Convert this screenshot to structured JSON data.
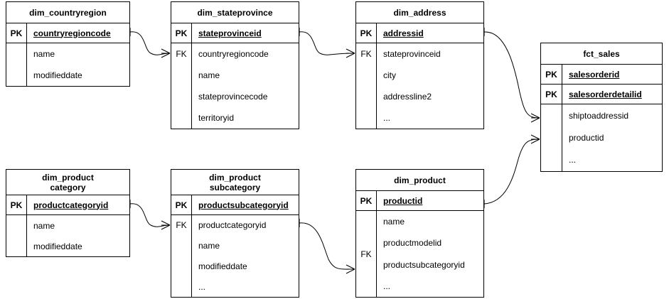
{
  "diagram": {
    "title": "Star schema entity relationship diagram",
    "notation": "crow's foot",
    "line_color": "#000000",
    "background_color": "#ffffff",
    "key_labels": {
      "primary": "PK",
      "foreign": "FK"
    }
  },
  "entities": [
    {
      "id": "dim_countryregion",
      "name": "dim_countryregion",
      "keys": [
        {
          "label": "PK",
          "column": "countryregioncode"
        }
      ],
      "fk_label": "",
      "attributes": [
        "name",
        "modifieddate"
      ]
    },
    {
      "id": "dim_stateprovince",
      "name": "dim_stateprovince",
      "keys": [
        {
          "label": "PK",
          "column": "stateprovinceid"
        }
      ],
      "fk_label": "FK",
      "attributes": [
        "countryregioncode",
        "name",
        "stateprovincecode",
        "territoryid"
      ]
    },
    {
      "id": "dim_address",
      "name": "dim_address",
      "keys": [
        {
          "label": "PK",
          "column": "addressid"
        }
      ],
      "fk_label": "FK",
      "attributes": [
        "stateprovinceid",
        "city",
        "addressline2",
        "..."
      ]
    },
    {
      "id": "fct_sales",
      "name": "fct_sales",
      "keys": [
        {
          "label": "PK",
          "column": "salesorderid"
        },
        {
          "label": "PK",
          "column": "salesorderdetailid"
        }
      ],
      "fk_label": "",
      "attributes": [
        "shiptoaddressid",
        "productid",
        "..."
      ]
    },
    {
      "id": "dim_productcategory",
      "name": "dim_product\ncategory",
      "keys": [
        {
          "label": "PK",
          "column": "productcategoryid"
        }
      ],
      "fk_label": "",
      "attributes": [
        "name",
        "modifieddate"
      ]
    },
    {
      "id": "dim_productsubcategory",
      "name": "dim_product\nsubcategory",
      "keys": [
        {
          "label": "PK",
          "column": "productsubcategoryid"
        }
      ],
      "fk_label": "FK",
      "attributes": [
        "productcategoryid",
        "name",
        "modifieddate",
        "..."
      ]
    },
    {
      "id": "dim_product",
      "name": "dim_product",
      "keys": [
        {
          "label": "PK",
          "column": "productid"
        }
      ],
      "fk_label": "FK",
      "attributes": [
        "name",
        "productmodelid",
        "productsubcategoryid",
        "..."
      ]
    }
  ],
  "relationships": [
    {
      "id": "rel-countryregion-stateprovince",
      "from": "dim_countryregion",
      "from_column": "countryregioncode",
      "to": "dim_stateprovince",
      "to_column": "countryregioncode",
      "cardinality": "one-to-many"
    },
    {
      "id": "rel-stateprovince-address",
      "from": "dim_stateprovince",
      "from_column": "stateprovinceid",
      "to": "dim_address",
      "to_column": "stateprovinceid",
      "cardinality": "one-to-many"
    },
    {
      "id": "rel-address-fctsales",
      "from": "dim_address",
      "from_column": "addressid",
      "to": "fct_sales",
      "to_column": "shiptoaddressid",
      "cardinality": "one-to-many"
    },
    {
      "id": "rel-product-fctsales",
      "from": "dim_product",
      "from_column": "productid",
      "to": "fct_sales",
      "to_column": "productid",
      "cardinality": "one-to-many"
    },
    {
      "id": "rel-productcategory-subcategory",
      "from": "dim_productcategory",
      "from_column": "productcategoryid",
      "to": "dim_productsubcategory",
      "to_column": "productcategoryid",
      "cardinality": "one-to-many"
    },
    {
      "id": "rel-subcategory-product",
      "from": "dim_productsubcategory",
      "from_column": "productsubcategoryid",
      "to": "dim_product",
      "to_column": "productsubcategoryid",
      "cardinality": "one-to-many"
    }
  ]
}
